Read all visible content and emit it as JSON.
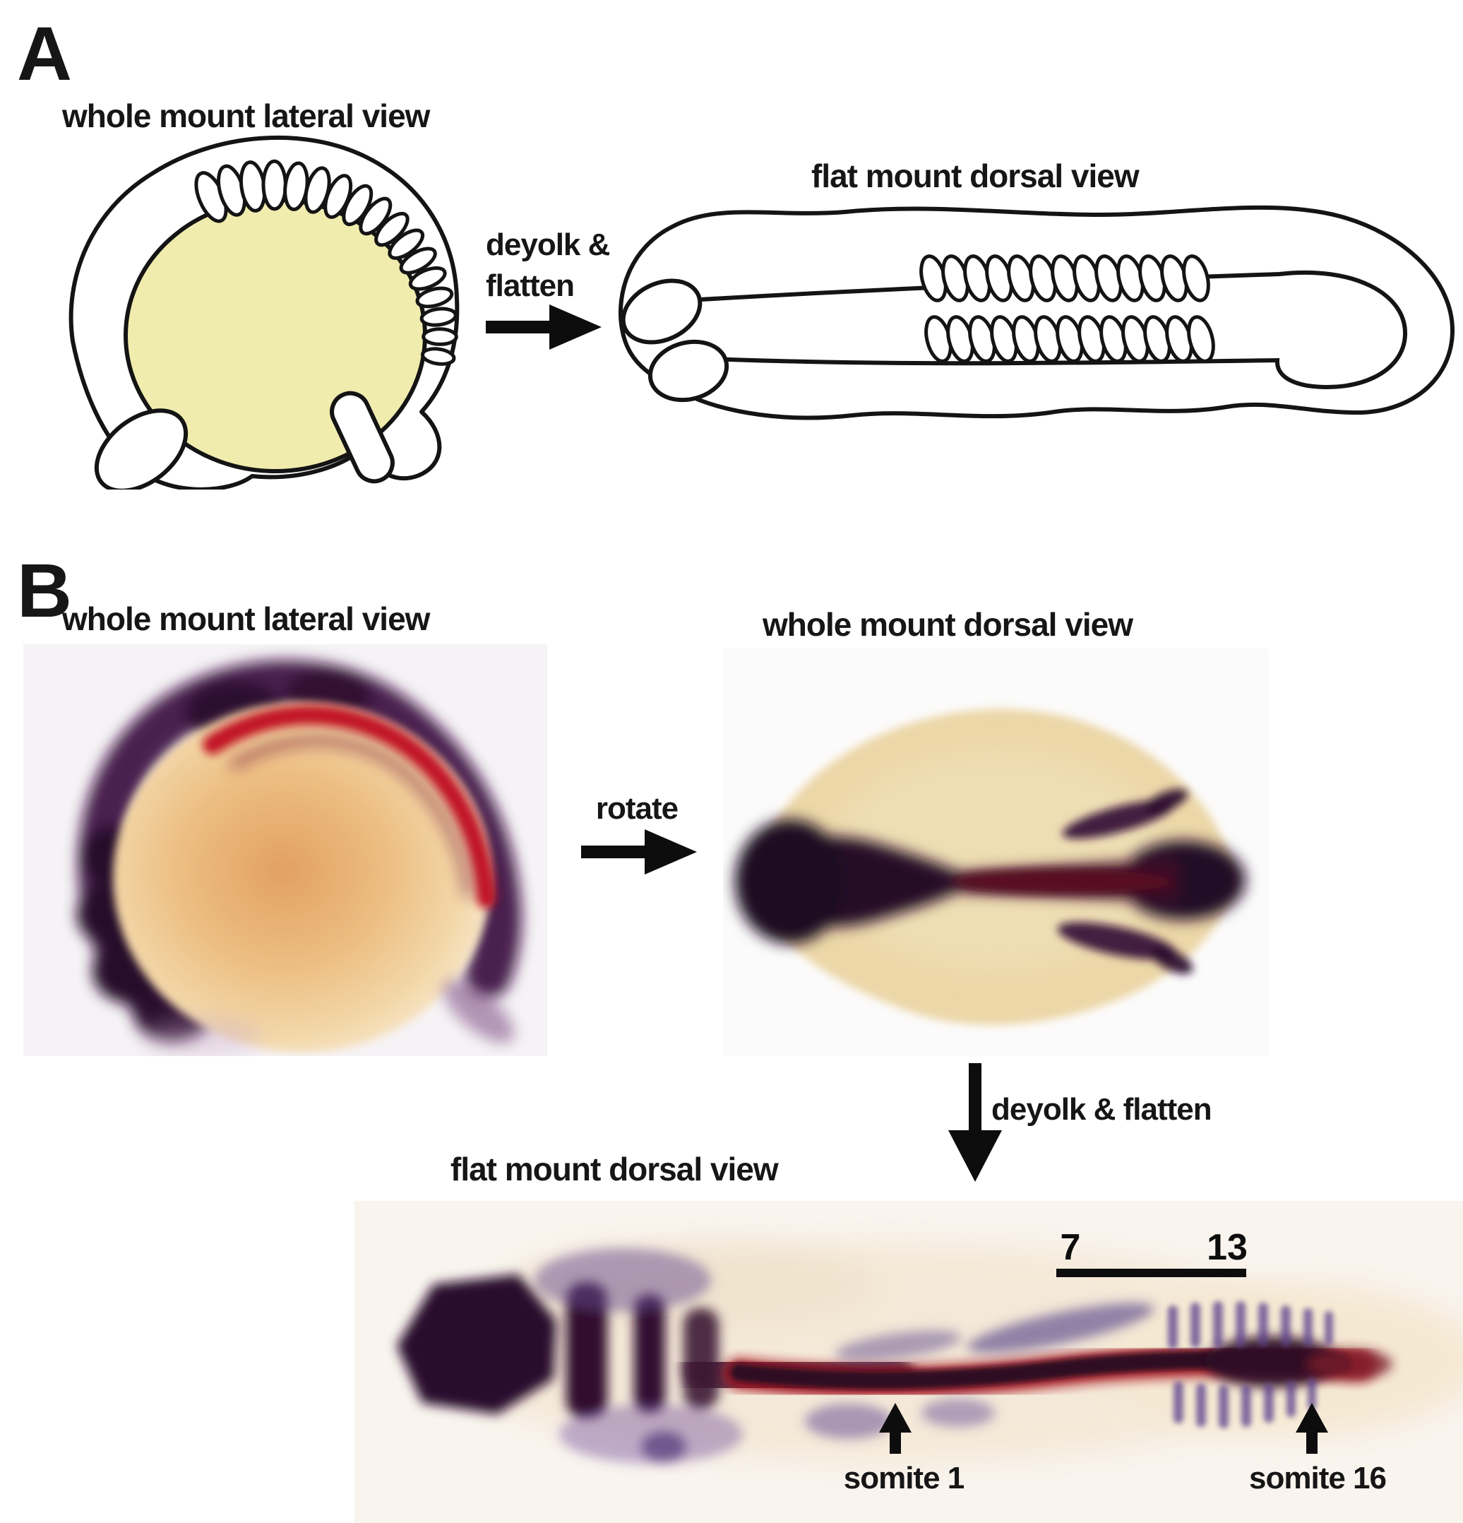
{
  "figure": {
    "panelA": {
      "label": "A",
      "left_title": "whole mount lateral view",
      "arrow_label_line1": "deyolk &",
      "arrow_label_line2": "flatten",
      "right_title": "flat mount dorsal view"
    },
    "panelB": {
      "label": "B",
      "left_title": "whole mount lateral view",
      "rotate_label": "rotate",
      "right_title": "whole mount dorsal view",
      "down_arrow_label": "deyolk & flatten",
      "flat_title": "flat mount dorsal view",
      "bar_start_label": "7",
      "bar_end_label": "13",
      "somite1_label": "somite 1",
      "somite16_label": "somite 16"
    },
    "colors": {
      "yolk_fill": "#f0ecae",
      "outline_ink": "#141414",
      "stain_purple": "#300c32",
      "stain_red": "#b5121f",
      "embryo_tan": "#ecd5a4",
      "photo_bg_left": "#f6f3f6",
      "photo_bg_right": "#fcfbfb",
      "photo_bg_bottom": "#f9f4ee"
    }
  }
}
